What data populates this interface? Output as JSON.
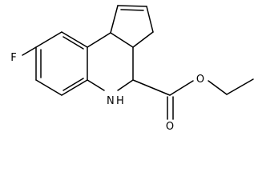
{
  "diagram": {
    "type": "chemical-structure",
    "atoms": {
      "fluorine": "F",
      "nitrogen_hydrogen": "N",
      "hydrogen_on_nitrogen": "H",
      "ester_oxygen": "O",
      "carbonyl_oxygen": "O"
    },
    "bond_color": "#000000"
  }
}
